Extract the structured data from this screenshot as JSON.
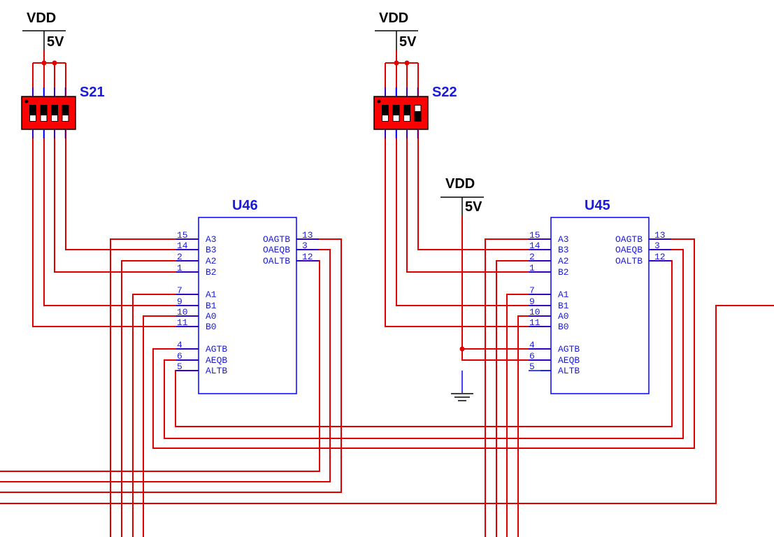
{
  "power": [
    {
      "name": "VDD",
      "value": "5V"
    },
    {
      "name": "VDD",
      "value": "5V"
    },
    {
      "name": "VDD",
      "value": "5V"
    }
  ],
  "switches": [
    {
      "ref": "S21",
      "states": [
        0,
        0,
        0,
        0
      ]
    },
    {
      "ref": "S22",
      "states": [
        0,
        0,
        0,
        1
      ]
    }
  ],
  "chips": [
    {
      "ref": "U46",
      "left_pins": [
        {
          "num": "15",
          "name": "A3"
        },
        {
          "num": "14",
          "name": "B3"
        },
        {
          "num": "2",
          "name": "A2"
        },
        {
          "num": "1",
          "name": "B2"
        },
        {
          "num": "7",
          "name": "A1"
        },
        {
          "num": "9",
          "name": "B1"
        },
        {
          "num": "10",
          "name": "A0"
        },
        {
          "num": "11",
          "name": "B0"
        },
        {
          "num": "4",
          "name": "AGTB"
        },
        {
          "num": "6",
          "name": "AEQB"
        },
        {
          "num": "5",
          "name": "ALTB"
        }
      ],
      "right_pins": [
        {
          "num": "13",
          "name": "OAGTB"
        },
        {
          "num": "3",
          "name": "OAEQB"
        },
        {
          "num": "12",
          "name": "OALTB"
        }
      ]
    },
    {
      "ref": "U45",
      "left_pins": [
        {
          "num": "15",
          "name": "A3"
        },
        {
          "num": "14",
          "name": "B3"
        },
        {
          "num": "2",
          "name": "A2"
        },
        {
          "num": "1",
          "name": "B2"
        },
        {
          "num": "7",
          "name": "A1"
        },
        {
          "num": "9",
          "name": "B1"
        },
        {
          "num": "10",
          "name": "A0"
        },
        {
          "num": "11",
          "name": "B0"
        },
        {
          "num": "4",
          "name": "AGTB"
        },
        {
          "num": "6",
          "name": "AEQB"
        },
        {
          "num": "5",
          "name": "ALTB"
        }
      ],
      "right_pins": [
        {
          "num": "13",
          "name": "OAGTB"
        },
        {
          "num": "3",
          "name": "OAEQB"
        },
        {
          "num": "12",
          "name": "OALTB"
        }
      ]
    }
  ],
  "colors": {
    "wire": "#e00000",
    "component": "#0000ff",
    "switch_body": "#ff0000",
    "label": "#1a1adc"
  }
}
